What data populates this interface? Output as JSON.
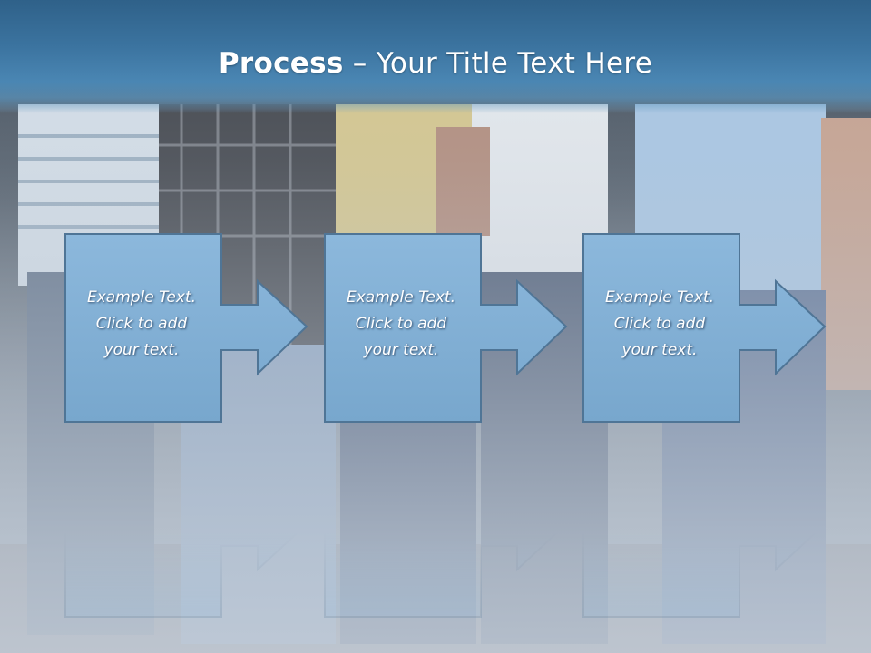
{
  "slide": {
    "title_bold": "Process",
    "title_rest": " – Your Title Text Here",
    "steps": [
      {
        "lines": [
          "Example Text.",
          "Click  to add",
          "your text."
        ]
      },
      {
        "lines": [
          "Example Text.",
          "Click  to add",
          "your text."
        ]
      },
      {
        "lines": [
          "Example Text.",
          "Click  to add",
          "your text."
        ]
      }
    ]
  },
  "colors": {
    "title_bar": "#3b739f",
    "step_fill": "#82afd3",
    "step_stroke": "#4f7596",
    "text": "#ffffff"
  },
  "icons": {
    "step_shape": "arrow-right-callout-icon"
  }
}
